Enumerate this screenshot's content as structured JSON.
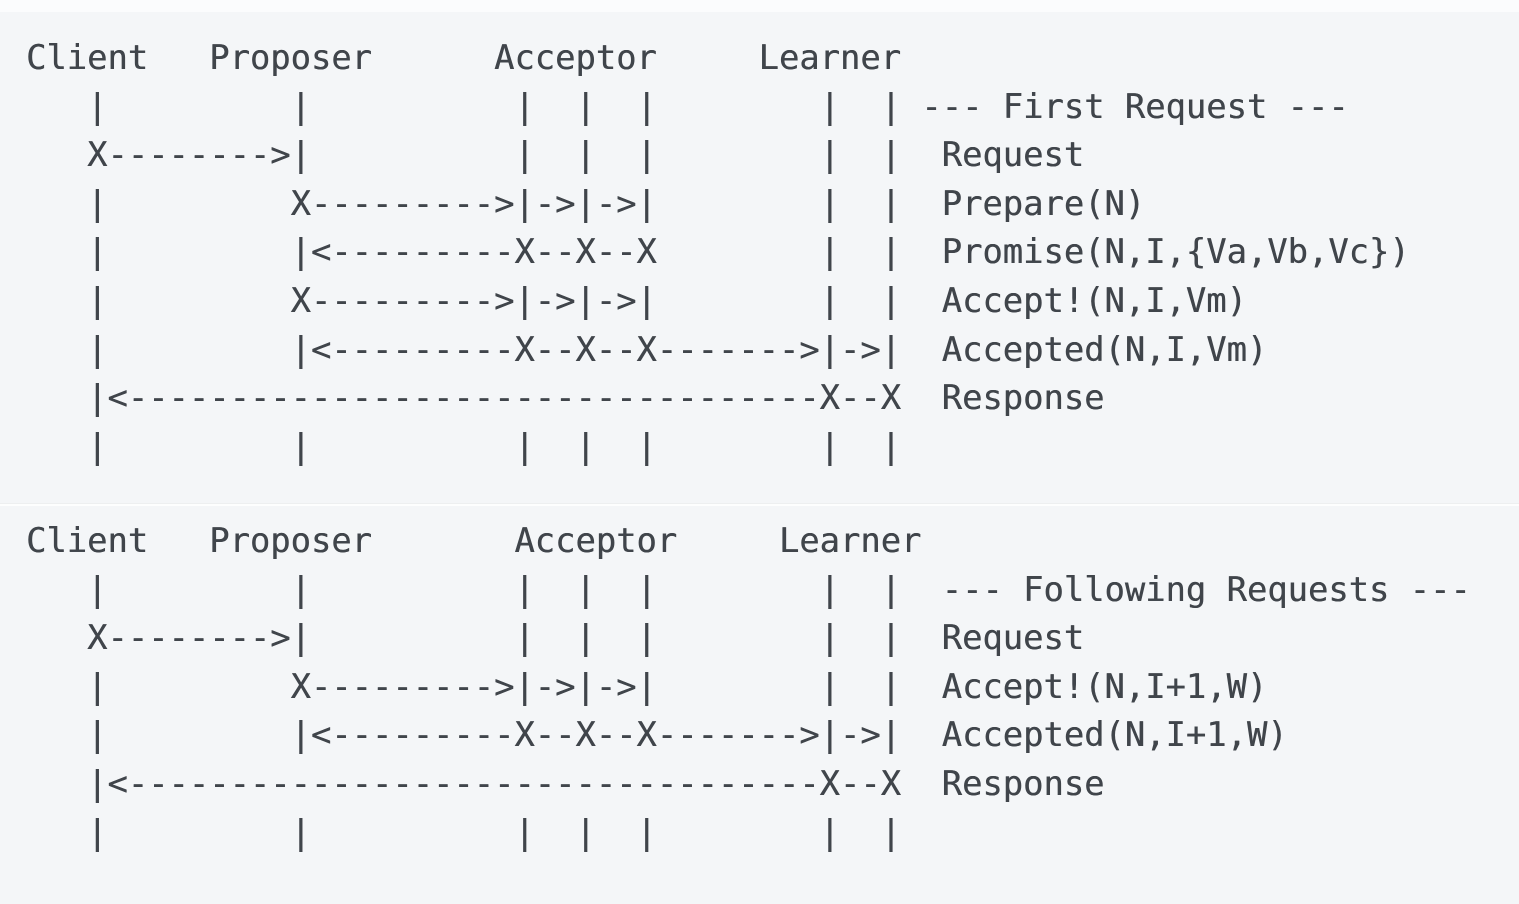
{
  "page": {
    "description": "Paxos consensus protocol ASCII-art sequence diagrams (message flow between Client, Proposer, Acceptor, Learner)"
  },
  "colors": {
    "page_bg": "#f4f6f8",
    "block_bg": "#f3f5f7",
    "top_band_bg": "#fbfcfd",
    "divider": "#fdfefe",
    "text": "#40454b"
  },
  "diagrams": [
    {
      "name": "first-request",
      "phase_title": "--- First Request ---",
      "roles": [
        "Client",
        "Proposer",
        "Acceptor",
        "Learner"
      ],
      "messages": [
        "Request",
        "Prepare(N)",
        "Promise(N,I,{Va,Vb,Vc})",
        "Accept!(N,I,Vm)",
        "Accepted(N,I,Vm)",
        "Response"
      ],
      "ascii": [
        "Client   Proposer      Acceptor     Learner",
        "   |         |          |  |  |        |  | --- First Request ---",
        "   X-------->|          |  |  |        |  |  Request",
        "   |         X--------->|->|->|        |  |  Prepare(N)",
        "   |         |<---------X--X--X        |  |  Promise(N,I,{Va,Vb,Vc})",
        "   |         X--------->|->|->|        |  |  Accept!(N,I,Vm)",
        "   |         |<---------X--X--X------->|->|  Accepted(N,I,Vm)",
        "   |<----------------------------------X--X  Response",
        "   |         |          |  |  |        |  |"
      ]
    },
    {
      "name": "following-requests",
      "phase_title": "--- Following Requests ---",
      "roles": [
        "Client",
        "Proposer",
        "Acceptor",
        "Learner"
      ],
      "messages": [
        "Request",
        "Accept!(N,I+1,W)",
        "Accepted(N,I+1,W)",
        "Response"
      ],
      "ascii": [
        "Client   Proposer       Acceptor     Learner",
        "   |         |          |  |  |        |  |  --- Following Requests ---",
        "   X-------->|          |  |  |        |  |  Request",
        "   |         X--------->|->|->|        |  |  Accept!(N,I+1,W)",
        "   |         |<---------X--X--X------->|->|  Accepted(N,I+1,W)",
        "   |<----------------------------------X--X  Response",
        "   |         |          |  |  |        |  |"
      ]
    }
  ]
}
